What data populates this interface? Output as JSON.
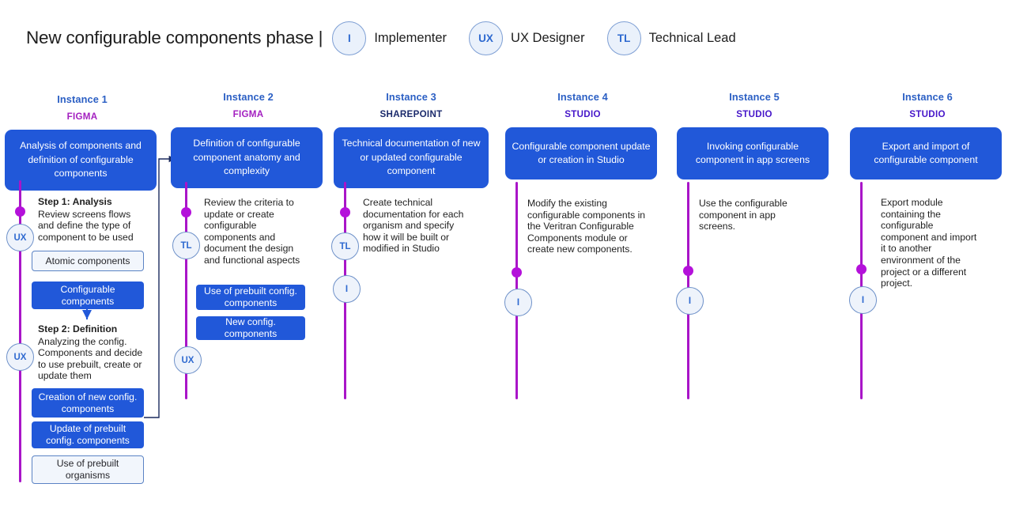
{
  "header": {
    "title": "New configurable components phase |",
    "legend": [
      {
        "badge": "I",
        "label": "Implementer"
      },
      {
        "badge": "UX",
        "label": "UX Designer"
      },
      {
        "badge": "TL",
        "label": "Technical Lead"
      }
    ]
  },
  "colors": {
    "accent_blue": "#2158d9",
    "timeline_purple": "#a915c8",
    "dot_magenta": "#b411da",
    "instance_label": "#2b5fc4",
    "figma_purple": "#a31fc0",
    "sharepoint_navy": "#1b2a6b",
    "studio_violet": "#4616c9"
  },
  "columns": [
    {
      "instance": "Instance 1",
      "tool": "FIGMA",
      "tool_style": "figma",
      "title": "Analysis of components and definition of configurable components",
      "steps": [
        {
          "badge": "UX",
          "title": "Step 1: Analysis",
          "text": "Review screens flows and define the type of component to be used"
        },
        {
          "badge": "UX",
          "title": "Step  2: Definition",
          "text": "Analyzing the config. Components and decide to use prebuilt, create or update them"
        }
      ],
      "chips": [
        {
          "label": "Atomic components",
          "style": "outline"
        },
        {
          "label": "Configurable components",
          "style": "solid"
        },
        {
          "label": "Creation of new config. components",
          "style": "solid"
        },
        {
          "label": "Update of prebuilt config. components",
          "style": "solid"
        },
        {
          "label": "Use of prebuilt  organisms",
          "style": "outline"
        }
      ]
    },
    {
      "instance": "Instance 2",
      "tool": "FIGMA",
      "tool_style": "figma",
      "title": "Definition of configurable component  anatomy and complexity",
      "steps": [
        {
          "badge": "TL",
          "title": "",
          "text": "Review the criteria to update or create configurable components and document the design and functional aspects"
        },
        {
          "badge": "UX",
          "title": "",
          "text": ""
        }
      ],
      "chips": [
        {
          "label": "Use of prebuilt  config. components",
          "style": "solid"
        },
        {
          "label": "New config. components",
          "style": "solid"
        }
      ]
    },
    {
      "instance": "Instance 3",
      "tool": "SHAREPOINT",
      "tool_style": "sharepoint",
      "title": "Technical documentation of new or updated configurable component",
      "steps": [
        {
          "badge": "TL",
          "title": "",
          "text": "Create technical documentation for each organism and specify how it will be built or modified in Studio"
        },
        {
          "badge": "I",
          "title": "",
          "text": ""
        }
      ],
      "chips": []
    },
    {
      "instance": "Instance 4",
      "tool": "STUDIO",
      "tool_style": "studio",
      "title": "Configurable component update or creation in Studio",
      "steps": [
        {
          "badge": "I",
          "title": "",
          "text": "Modify the existing configurable components in the Veritran Configurable Components module or create new components."
        }
      ],
      "chips": []
    },
    {
      "instance": "Instance 5",
      "tool": "STUDIO",
      "tool_style": "studio",
      "title": "Invoking configurable component in app screens",
      "steps": [
        {
          "badge": "I",
          "title": "",
          "text": "Use the configurable component in app screens."
        }
      ],
      "chips": []
    },
    {
      "instance": "Instance 6",
      "tool": "STUDIO",
      "tool_style": "studio",
      "title": "Export and import of configurable component",
      "steps": [
        {
          "badge": "I",
          "title": "",
          "text": "Export module containing the configurable component and import it to another environment of the project or a different project."
        }
      ],
      "chips": []
    }
  ]
}
